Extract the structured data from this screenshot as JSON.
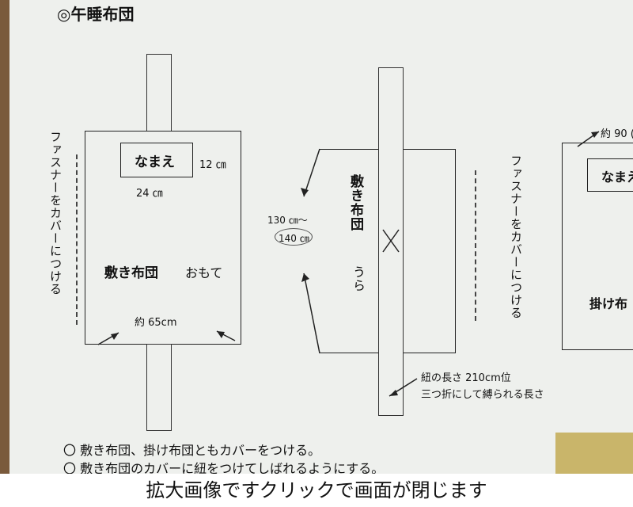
{
  "title": "◎午睡布団",
  "left_panel": {
    "name_box": "なまえ",
    "name_height": "12 ㎝",
    "name_width": "24 ㎝",
    "zipper_note": "ファスナーをカバーにつける",
    "futon_label": "敷き布団",
    "side_label": "おもて",
    "width_note": "約 65cm"
  },
  "middle_panel": {
    "length_a": "130 ㎝～",
    "length_b": "140 ㎝",
    "futon_label": "敷き布団",
    "side_label": "うら",
    "string_length": "紐の長さ 210cm位",
    "string_note": "三つ折にして縛られる長さ"
  },
  "right_panel": {
    "width_note": "約 90 (",
    "zipper_note": "ファスナーをカバーにつける",
    "name_box": "なまえ",
    "futon_label": "掛け布"
  },
  "notes": [
    "〇 敷き布団、掛け布団ともカバーをつける。",
    "〇 敷き布団のカバーに紐をつけてしばれるようにする。"
  ],
  "caption": "拡大画像ですクリックで画面が閉じます"
}
